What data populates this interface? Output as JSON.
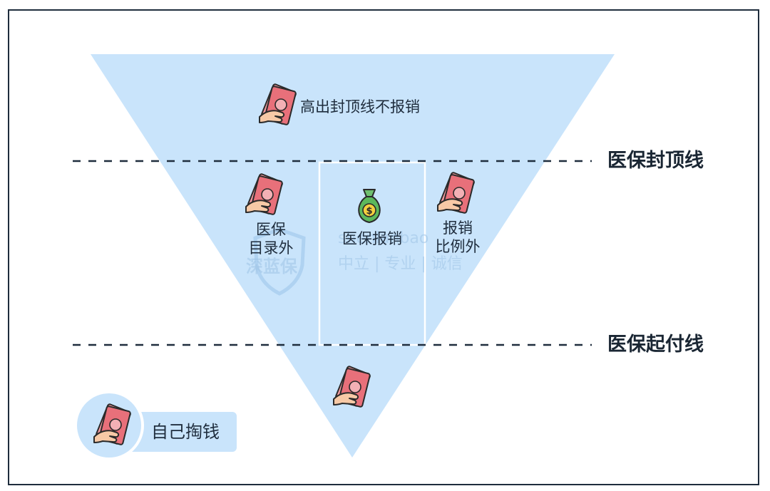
{
  "diagram": {
    "top_zone_label": "高出封顶线不报销",
    "left_zone_label_line1": "医保",
    "left_zone_label_line2": "目录外",
    "center_zone_label": "医保报销",
    "right_zone_label_line1": "报销",
    "right_zone_label_line2": "比例外",
    "ceiling_line_label": "医保封顶线",
    "deductible_line_label": "医保起付线",
    "legend_label": "自己掏钱",
    "watermark_line1": "shenlanbao",
    "watermark_line2": "中立 | 专业 | 诚信",
    "watermark_logo_text": "深蓝保"
  },
  "colors": {
    "funnel_fill": "#c9e4fb",
    "line_color": "#1f2d3d",
    "bill_color": "#e8707a",
    "hand_color": "#f7c9a6",
    "money_bag_color": "#5cb85c"
  },
  "icons": {
    "money_icon": "hand-with-cash-icon",
    "bag_icon": "money-bag-icon"
  }
}
